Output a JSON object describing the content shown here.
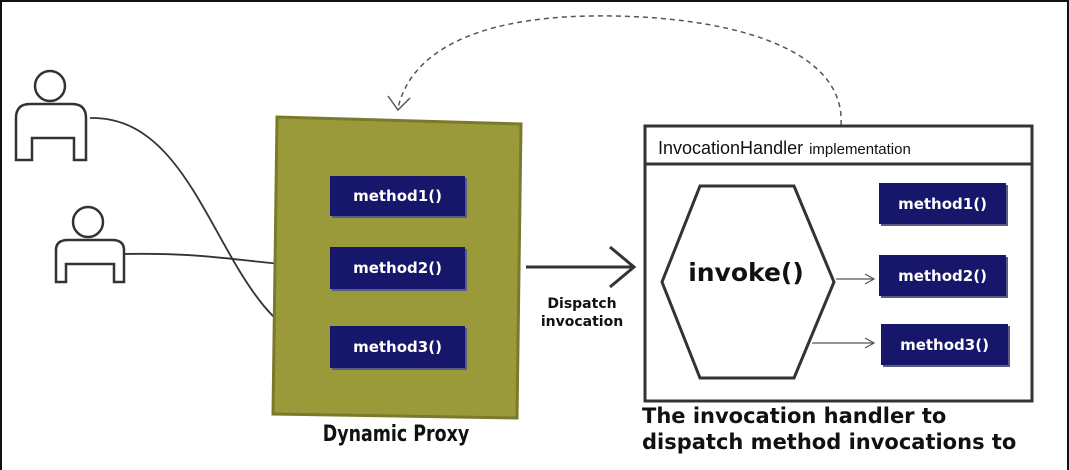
{
  "proxy": {
    "caption": "Dynamic Proxy",
    "methods": [
      "method1()",
      "method2()",
      "method3()"
    ],
    "color": "#9b9a3b"
  },
  "dispatch": {
    "label_line1": "Dispatch",
    "label_line2": "invocation"
  },
  "handler": {
    "title": "InvocationHandler",
    "title_suffix": "implementation",
    "invoke_label": "invoke()",
    "methods": [
      "method1()",
      "method2()",
      "method3()"
    ],
    "caption_line1": "The invocation handler to",
    "caption_line2": "dispatch method invocations to"
  },
  "colors": {
    "method_box": "#16176a",
    "proxy_fill": "#9b9a3b",
    "proxy_border": "#7b7a2a"
  }
}
